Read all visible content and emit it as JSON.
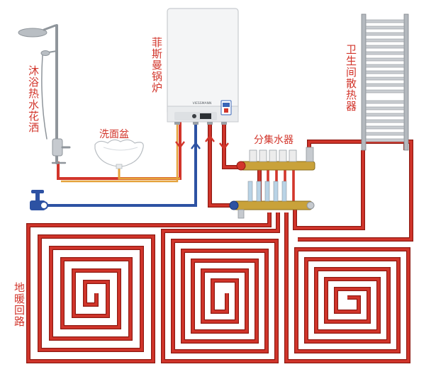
{
  "labels": {
    "shower": "沐浴热水花洒",
    "boiler": "菲斯曼锅炉",
    "basin": "洗面盆",
    "manifold": "分集水器",
    "radiator": "卫生间散热器",
    "floor_heating": "地暖回路",
    "boiler_brand": "VIESSMANN"
  },
  "colors": {
    "hot_pipe": "#d2352b",
    "hot_pipe_edge": "#8f1a12",
    "cold_pipe": "#2d52a3",
    "warm_pipe": "#e5a23a",
    "label": "#d2352b",
    "chrome": "#9aa0a6",
    "brass": "#c9a23a"
  },
  "floor_heating_loops": 3
}
